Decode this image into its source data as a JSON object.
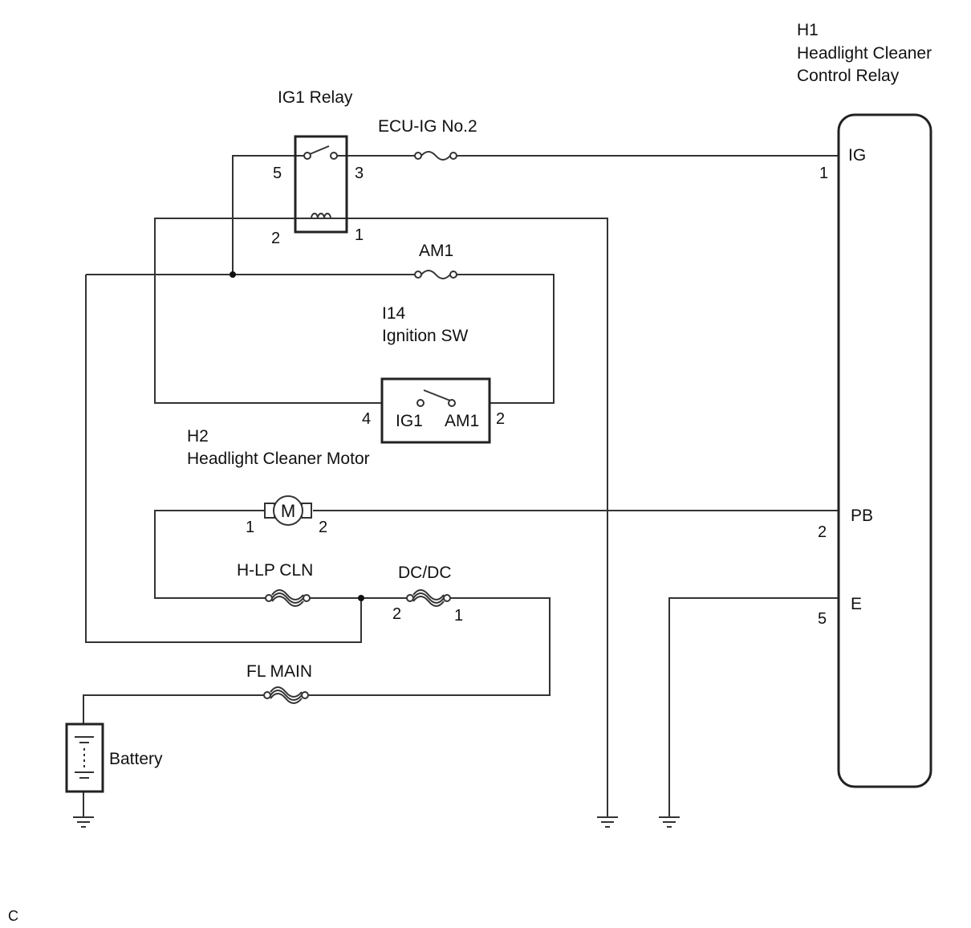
{
  "relay_ecu": {
    "code": "H1",
    "name_line1": "Headlight Cleaner",
    "name_line2": "Control Relay",
    "pins": [
      {
        "num": "1",
        "name": "IG"
      },
      {
        "num": "2",
        "name": "PB"
      },
      {
        "num": "5",
        "name": "E"
      }
    ]
  },
  "ig1_relay": {
    "label": "IG1 Relay",
    "pins": {
      "p5": "5",
      "p3": "3",
      "p2": "2",
      "p1": "1"
    }
  },
  "fuses": {
    "ecu_ig": "ECU-IG No.2",
    "am1": "AM1",
    "hlp_cln": "H-LP CLN",
    "dcdc": "DC/DC",
    "dcdc_pin_2": "2",
    "dcdc_pin_1": "1",
    "fl_main": "FL MAIN"
  },
  "ignition_switch": {
    "code": "I14",
    "name": "Ignition SW",
    "contact_ig1": "IG1",
    "contact_am1": "AM1",
    "pin_left": "4",
    "pin_right": "2"
  },
  "motor": {
    "code": "H2",
    "name": "Headlight Cleaner Motor",
    "symbol": "M",
    "pin_left": "1",
    "pin_right": "2"
  },
  "battery": {
    "label": "Battery"
  },
  "corner_mark": "C"
}
